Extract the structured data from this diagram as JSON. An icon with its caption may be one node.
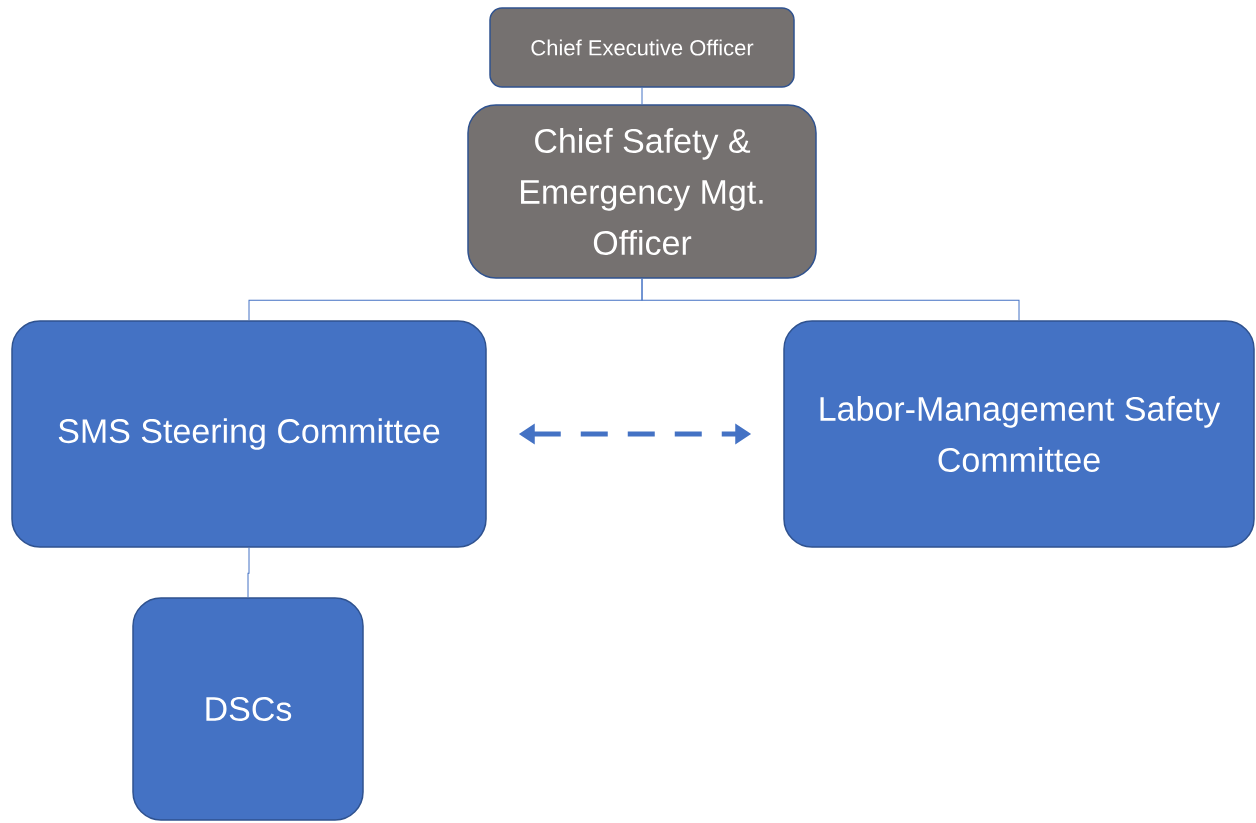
{
  "diagram": {
    "nodes": [
      {
        "text": [
          "Chief Executive Officer"
        ]
      },
      {
        "text": [
          "Chief Safety & Emergency Mgt. Officer"
        ]
      },
      {
        "text": [
          "SMS Steering Committee"
        ]
      },
      {
        "text": [
          "Labor-Management Safety Committee"
        ]
      },
      {
        "text": [
          "DSCs"
        ]
      }
    ],
    "edges": [
      {
        "from": 0,
        "to": 1,
        "arrow": "none"
      },
      {
        "from": 1,
        "to": 2,
        "arrow": "none"
      },
      {
        "from": 1,
        "to": 3,
        "arrow": "none"
      },
      {
        "from": 2,
        "to": 4,
        "arrow": "none"
      },
      {
        "from": 2,
        "to": 3,
        "arrow": "both",
        "style": "dashed"
      }
    ]
  }
}
